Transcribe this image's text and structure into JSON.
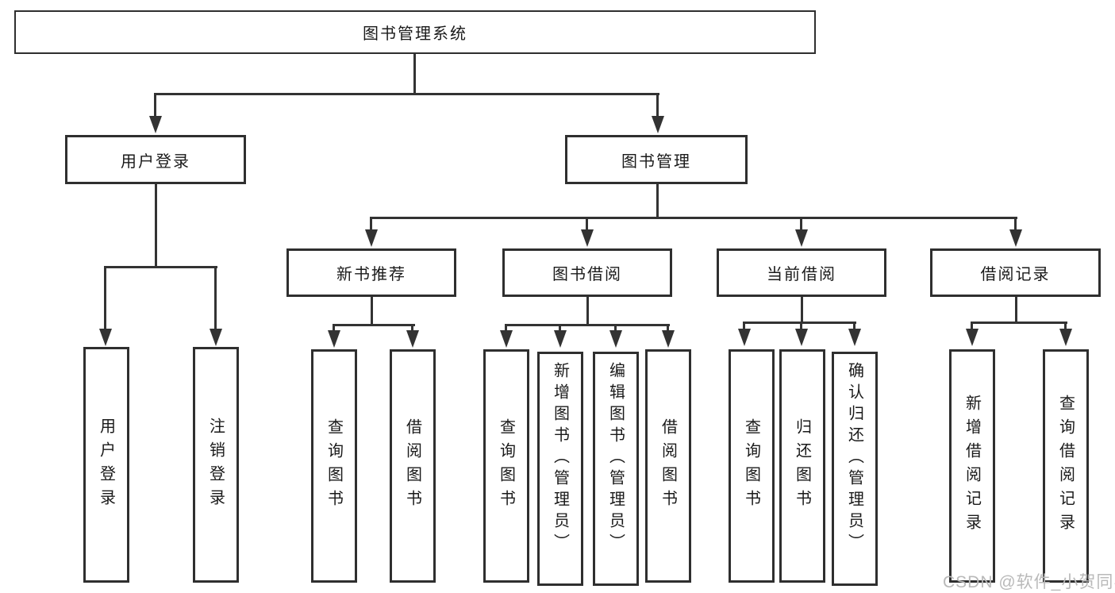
{
  "diagram": {
    "root": {
      "label": "图书管理系统"
    },
    "level2": [
      {
        "id": "user-login",
        "label": "用户登录"
      },
      {
        "id": "book-management",
        "label": "图书管理"
      }
    ],
    "level3": [
      {
        "id": "new-book-recommend",
        "label": "新书推荐"
      },
      {
        "id": "book-borrowing",
        "label": "图书借阅"
      },
      {
        "id": "current-borrowing",
        "label": "当前借阅"
      },
      {
        "id": "borrowing-records",
        "label": "借阅记录"
      }
    ],
    "leaves": [
      {
        "parent": "user-login",
        "label": "用户登录"
      },
      {
        "parent": "user-login",
        "label": "注销登录"
      },
      {
        "parent": "new-book-recommend",
        "label": "查询图书"
      },
      {
        "parent": "new-book-recommend",
        "label": "借阅图书"
      },
      {
        "parent": "book-borrowing",
        "label": "查询图书"
      },
      {
        "parent": "book-borrowing",
        "label": "新增图书（管理员）"
      },
      {
        "parent": "book-borrowing",
        "label": "编辑图书（管理员）"
      },
      {
        "parent": "book-borrowing",
        "label": "借阅图书"
      },
      {
        "parent": "current-borrowing",
        "label": "查询图书"
      },
      {
        "parent": "current-borrowing",
        "label": "归还图书"
      },
      {
        "parent": "current-borrowing",
        "label": "确认归还（管理员）"
      },
      {
        "parent": "borrowing-records",
        "label": "新增借阅记录"
      },
      {
        "parent": "borrowing-records",
        "label": "查询借阅记录"
      }
    ]
  },
  "watermark": {
    "text": "CSDN @软件_小贺同学"
  },
  "colors": {
    "line": "#333333",
    "text": "#1a1a1a",
    "watermark": "#b9b9b9",
    "background": "#ffffff"
  }
}
